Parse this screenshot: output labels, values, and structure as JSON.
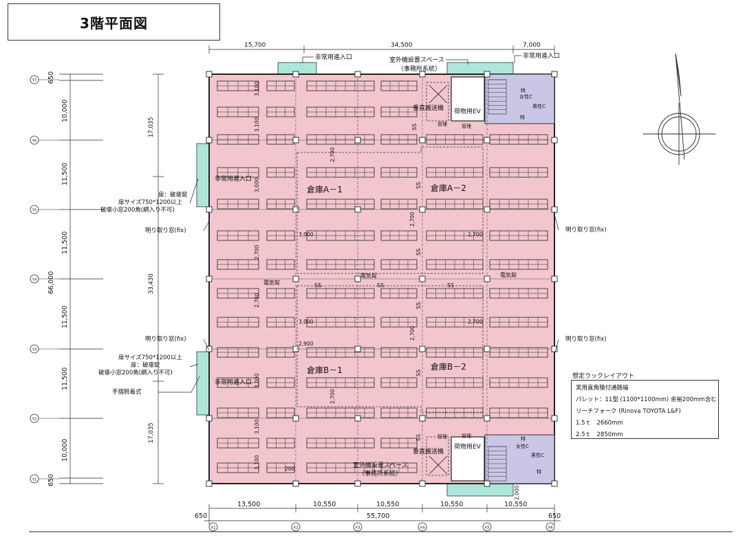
{
  "title": "3階平面図",
  "rooms": {
    "a1": "倉庫A－1",
    "a2": "倉庫A－2",
    "b1": "倉庫B－1",
    "b2": "倉庫B－2"
  },
  "labels": {
    "emergency_entry": "非常用進入口",
    "outdoor_unit_space": "室外機設置スペース",
    "office_system": "（事務所系統）",
    "outdoor_unit_space_bottom": "室外機設置スペース",
    "office_system_bottom": "（事務所系統）",
    "vertical_conveyor": "垂直搬送機",
    "freight_ev": "荷物用EV",
    "female": "女性C",
    "male": "男性C",
    "electric_lock": "電気錠",
    "skylight_fix": "明り取り窓(fix)",
    "door_breaklock": "扉：破壊錠",
    "door_size": "扉サイズ750*1200以上",
    "break_window": "破壊小窓200角(網入り不可)",
    "door_size_b": "扉サイズ750*1200以上",
    "door_breaklock_b": "扉：破壊錠",
    "break_window_b": "破壊小窓200角(網入り不可)",
    "handrail": "手摺脱着式",
    "ss": "SS",
    "kanri": "管理",
    "tokusha": "特"
  },
  "dims": {
    "top": [
      "15,700",
      "34,500",
      "7,000"
    ],
    "bottom": [
      "13,500",
      "10,550",
      "10,550",
      "10,550",
      "10,550"
    ],
    "bottom_total": "55,700",
    "bottom_edge": "650",
    "left_rows": [
      "650",
      "10,000",
      "11,500",
      "11,500",
      "11,500",
      "11,500",
      "10,000",
      "650"
    ],
    "left_total": "66,000",
    "left_mid": [
      "17,035",
      "33,430",
      "17,035"
    ],
    "inner_v": "3,100",
    "inner_v2": "3,000",
    "inner_v3": "2,700",
    "inner_h1": "3,000",
    "inner_h2": "2,700",
    "inner_h3": "3,000",
    "inner_h4": "2,700",
    "inner_h5": "2,900",
    "small_200": "200",
    "small_2000": "2,000"
  },
  "axes": {
    "y": [
      "Y1",
      "Y2",
      "Y3",
      "Y4",
      "Y5",
      "Y6",
      "Y7"
    ],
    "x": [
      "X1",
      "X2",
      "X3",
      "X4",
      "X5",
      "X6"
    ]
  },
  "legend": {
    "heading": "想定ラックレイアウト",
    "line1": "実用直角積付通路幅",
    "line2": "パレット：11型 (1100*1100mm) 余裕200mm含む",
    "line3": "リーチフォーク (Rinova  TOYOTA  L&F)",
    "line4": "1.5ｔ　2660mm",
    "line5": "2.5ｔ　2850mm"
  },
  "colors": {
    "floor": "#f2c6cc",
    "core": "#c9c6e6",
    "balcony": "#aee6da",
    "line": "#222222"
  }
}
